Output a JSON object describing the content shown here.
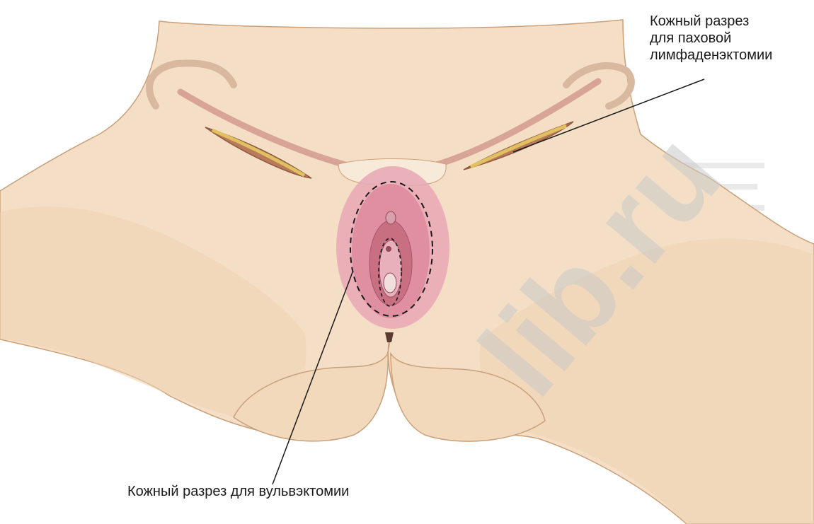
{
  "labels": {
    "inguinal_incision": "Кожный разрез\nдля паховой\nлимфаденэктомии",
    "vulvectomy_incision": "Кожный разрез для вульвэктомии"
  },
  "watermark": "lib.ru",
  "colors": {
    "skin": "#f4dfc6",
    "skin_shadow": "#e9caa4",
    "outline": "#c6a27a",
    "vulva_outer": "#e8a9b6",
    "vulva_inner": "#d4808f",
    "incision_fat": "#e0c060",
    "background_text_gray": "#cfcfcf"
  }
}
